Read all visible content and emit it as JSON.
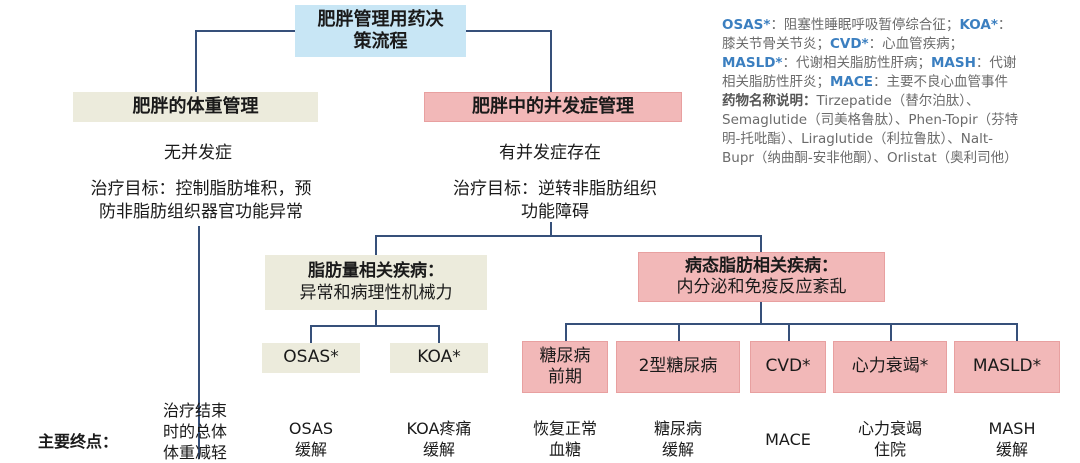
{
  "root": {
    "line1": "肥胖管理用药决",
    "line2": "策流程"
  },
  "left": {
    "title": "肥胖的体重管理",
    "condition": "无并发症",
    "goal_line1": "治疗目标：控制脂肪堆积，预",
    "goal_line2": "防非脂肪组织器官功能异常",
    "endpoint_line1": "治疗结束",
    "endpoint_line2": "时的总体",
    "endpoint_line3": "体重减轻"
  },
  "right": {
    "title": "肥胖中的并发症管理",
    "condition": "有并发症存在",
    "goal_line1": "治疗目标：逆转非脂肪组织",
    "goal_line2": "功能障碍"
  },
  "fat_mass": {
    "title": "脂肪量相关疾病：",
    "subtitle": "异常和病理性机械力",
    "diseases": [
      {
        "label": "OSAS*",
        "endpoint": [
          "OSAS",
          "缓解"
        ]
      },
      {
        "label": "KOA*",
        "endpoint": [
          "KOA疼痛",
          "缓解"
        ]
      }
    ]
  },
  "sick_fat": {
    "title": "病态脂肪相关疾病：",
    "subtitle": "内分泌和免疫反应紊乱",
    "diseases": [
      {
        "label": [
          "糖尿病",
          "前期"
        ],
        "endpoint": [
          "恢复正常",
          "血糖"
        ]
      },
      {
        "label": [
          "2型糖尿病"
        ],
        "endpoint": [
          "糖尿病",
          "缓解"
        ]
      },
      {
        "label": [
          "CVD*"
        ],
        "endpoint": [
          "MACE"
        ]
      },
      {
        "label": [
          "心力衰竭*"
        ],
        "endpoint": [
          "心力衰竭",
          "住院"
        ]
      },
      {
        "label": [
          "MASLD*"
        ],
        "endpoint": [
          "MASH",
          "缓解"
        ]
      }
    ]
  },
  "main_endpoint_label": "主要终点：",
  "legend": {
    "osas_key": "OSAS*",
    "osas_def": "：阻塞性睡眠呼吸暂停综合征；",
    "koa_key": "KOA*",
    "koa_def": "：膝关节骨关节炎；",
    "cvd_key": "CVD*",
    "cvd_def": "：心血管疾病；",
    "masld_key": "MASLD*",
    "masld_def": "：代谢相关脂肪性肝病；",
    "mash_key": "MASH",
    "mash_def": "：代谢相关脂肪性肝炎；",
    "mace_key": "MACE",
    "mace_def": "：主要不良心血管事件",
    "drug_label": "药物名称说明：",
    "drug_text": "Tirzepatide（替尔泊肽）、Semaglutide（司美格鲁肽）、Phen-Topir（芬特明-托吡酯）、Liraglutide（利拉鲁肽）、Nalt-Bupr（纳曲酮-安非他酮）、Orlistat（奥利司他）"
  },
  "colors": {
    "line": "#36507a",
    "blue": "#c8e6f5",
    "beige": "#ecebdc",
    "pink": "#f2b8b8",
    "legend_key": "#3b7fc0"
  }
}
